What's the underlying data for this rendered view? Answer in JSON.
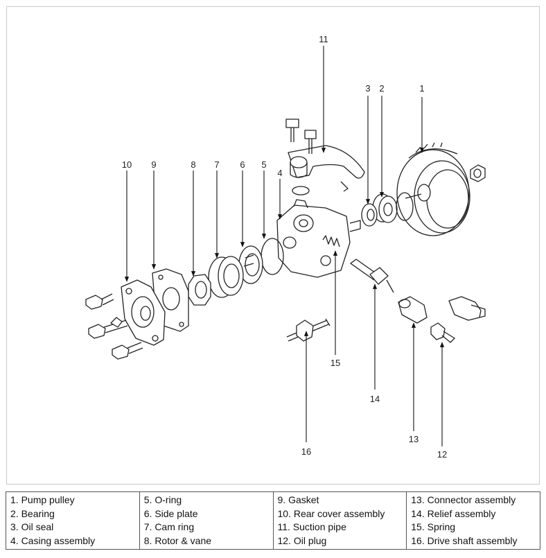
{
  "callouts": [
    {
      "id": "1",
      "label": "1"
    },
    {
      "id": "2",
      "label": "2"
    },
    {
      "id": "3",
      "label": "3"
    },
    {
      "id": "4",
      "label": "4"
    },
    {
      "id": "5",
      "label": "5"
    },
    {
      "id": "6",
      "label": "6"
    },
    {
      "id": "7",
      "label": "7"
    },
    {
      "id": "8",
      "label": "8"
    },
    {
      "id": "9",
      "label": "9"
    },
    {
      "id": "10",
      "label": "10"
    },
    {
      "id": "11",
      "label": "11"
    },
    {
      "id": "12",
      "label": "12"
    },
    {
      "id": "13",
      "label": "13"
    },
    {
      "id": "14",
      "label": "14"
    },
    {
      "id": "15",
      "label": "15"
    },
    {
      "id": "16",
      "label": "16"
    }
  ],
  "legend": {
    "columns": [
      [
        "1. Pump pulley",
        "2. Bearing",
        "3. Oil seal",
        "4. Casing assembly"
      ],
      [
        "5. O-ring",
        "6. Side plate",
        "7. Cam ring",
        "8. Rotor & vane"
      ],
      [
        "9. Gasket",
        "10. Rear cover assembly",
        "11. Suction pipe",
        "12. Oil plug"
      ],
      [
        "13. Connector assembly",
        "14. Relief assembly",
        "15. Spring",
        "16. Drive shaft assembly"
      ]
    ]
  }
}
